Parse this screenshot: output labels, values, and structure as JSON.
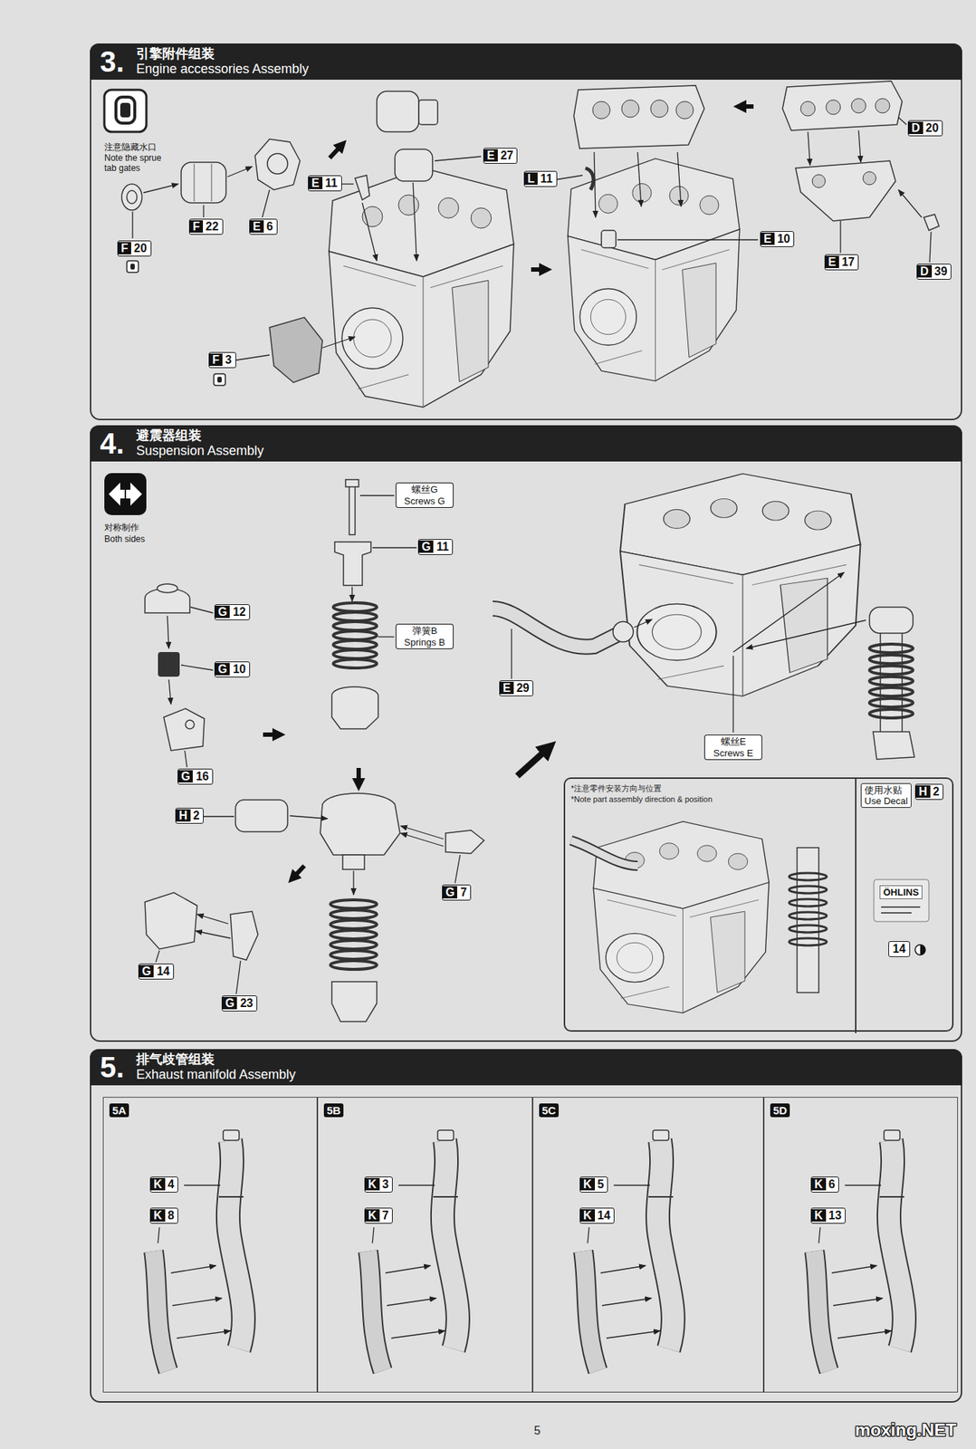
{
  "diagram": {
    "nodes": [
      {
        "text": [
          "3.",
          "引擎附件组装",
          "Engine accessories Assembly"
        ]
      },
      {
        "text": [
          "4.",
          "避震器组装",
          "Suspension Assembly"
        ]
      },
      {
        "text": [
          "*注意零件安装方向与位置",
          "*Note part assembly direction & position"
        ],
        "in": 1
      },
      {
        "text": [
          "使用水贴",
          "Use Decal"
        ],
        "in": 2
      },
      {
        "text": [
          "5.",
          "排气歧管组装",
          "Exhaust manifold Assembly"
        ]
      },
      {
        "text": [
          "5A"
        ],
        "in": 4
      },
      {
        "text": [
          "5B"
        ],
        "in": 4
      },
      {
        "text": [
          "5C"
        ],
        "in": 4
      },
      {
        "text": [
          "5D"
        ],
        "in": 4
      }
    ],
    "labels": [
      "注意隐藏水口",
      "Note the sprue tab gates",
      "F20",
      "F22",
      "E6",
      "E11",
      "E27",
      "F3",
      "L11",
      "E10",
      "D20",
      "E17",
      "D39",
      "对称制作",
      "Both sides",
      "螺丝G",
      "Screws G",
      "G11",
      "弹簧B",
      "Springs B",
      "G12",
      "G10",
      "G16",
      "H2",
      "G7",
      "G14",
      "G23",
      "E29",
      "螺丝E",
      "Screws E",
      "H2",
      "ÖHLINS",
      "14",
      "K4",
      "K8",
      "K3",
      "K7",
      "K5",
      "K14",
      "K6",
      "K13",
      "5",
      "moxing.NET"
    ]
  }
}
